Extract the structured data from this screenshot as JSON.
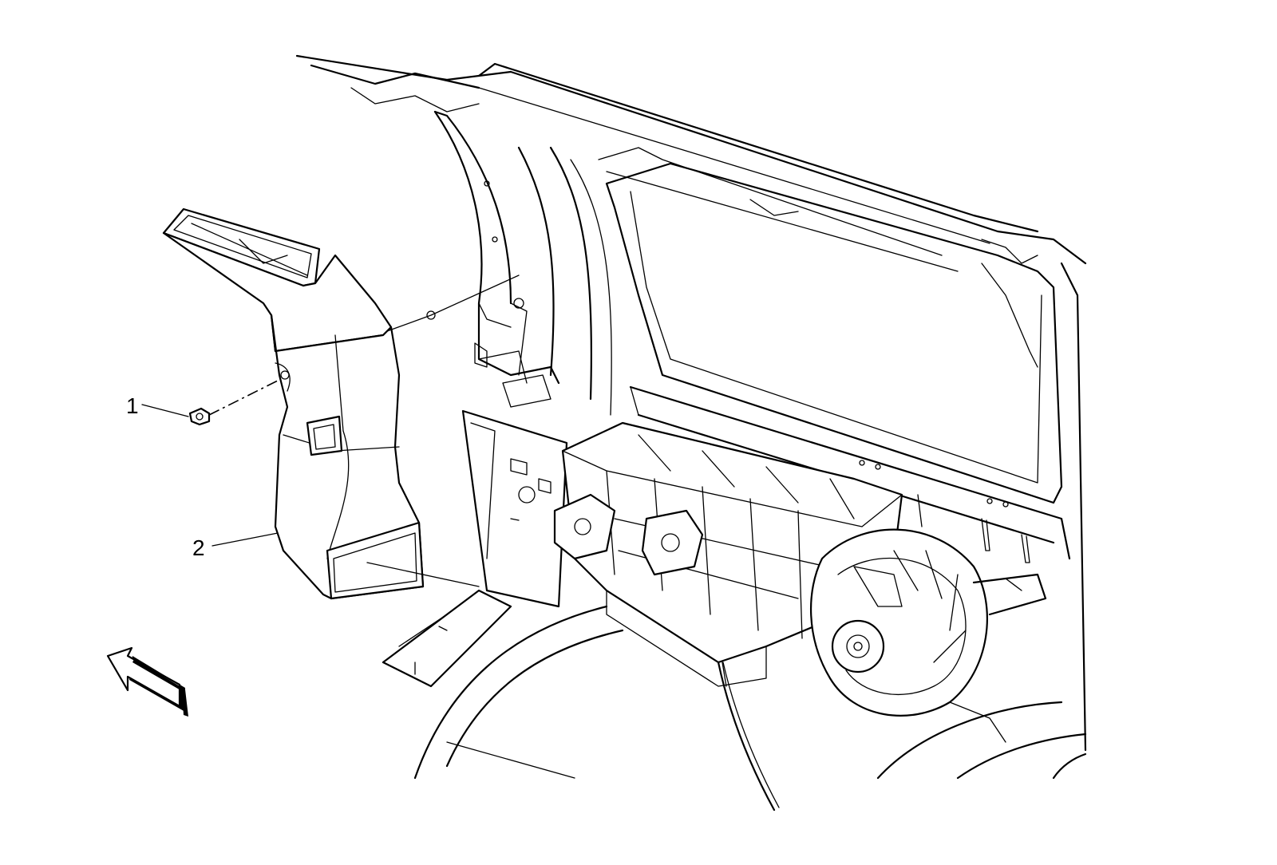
{
  "callouts": [
    {
      "id": "1",
      "label": "1"
    },
    {
      "id": "2",
      "label": "2"
    }
  ],
  "colors": {
    "line": "#000000",
    "background": "#ffffff"
  },
  "icons": {
    "view_arrow": "view-direction-arrow-icon"
  }
}
